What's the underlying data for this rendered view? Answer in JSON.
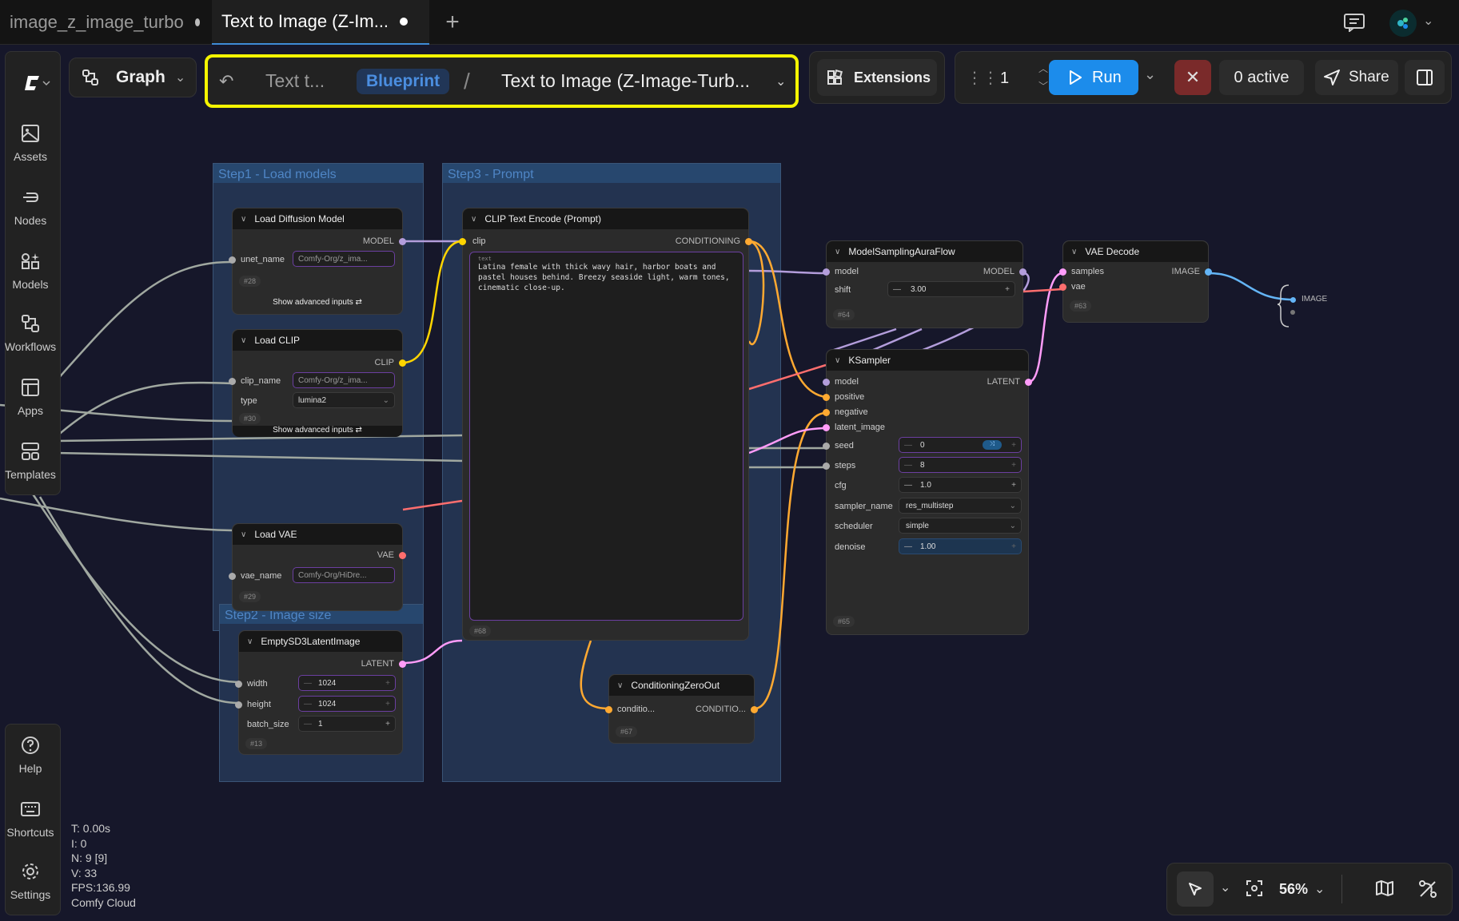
{
  "tabs": [
    {
      "label": "image_z_image_turbo"
    },
    {
      "label": "Text to Image (Z-Im..."
    }
  ],
  "toolbar": {
    "graph_label": "Graph",
    "breadcrumb_root": "Text t...",
    "blueprint": "Blueprint",
    "separator": "/",
    "breadcrumb_current": "Text to Image (Z-Image-Turb...",
    "extensions": "Extensions",
    "batch_count": "1",
    "run": "Run",
    "active": "0 active",
    "share": "Share"
  },
  "sidebar": {
    "items": [
      {
        "label": "Assets"
      },
      {
        "label": "Nodes"
      },
      {
        "label": "Models"
      },
      {
        "label": "Workflows"
      },
      {
        "label": "Apps"
      },
      {
        "label": "Templates"
      }
    ],
    "bottom": [
      {
        "label": "Help"
      },
      {
        "label": "Shortcuts"
      },
      {
        "label": "Settings"
      }
    ]
  },
  "groups": {
    "step1": "Step1 - Load models",
    "step2": "Step2 - Image size",
    "step3": "Step3 - Prompt"
  },
  "nodes": {
    "load_diffusion": {
      "title": "Load Diffusion Model",
      "out": "MODEL",
      "w_label": "unet_name",
      "w_value": "Comfy-Org/z_ima...",
      "id": "#28",
      "adv": "Show advanced inputs"
    },
    "load_clip": {
      "title": "Load CLIP",
      "out": "CLIP",
      "w1_label": "clip_name",
      "w1_value": "Comfy-Org/z_ima...",
      "w2_label": "type",
      "w2_value": "lumina2",
      "id": "#30",
      "adv": "Show advanced inputs"
    },
    "load_vae": {
      "title": "Load VAE",
      "out": "VAE",
      "w_label": "vae_name",
      "w_value": "Comfy-Org/HiDre...",
      "id": "#29"
    },
    "empty_latent": {
      "title": "EmptySD3LatentImage",
      "out": "LATENT",
      "width_label": "width",
      "width": "1024",
      "height_label": "height",
      "height": "1024",
      "batch_label": "batch_size",
      "batch": "1",
      "id": "#13"
    },
    "clip_encode": {
      "title": "CLIP Text Encode (Prompt)",
      "in": "clip",
      "out": "CONDITIONING",
      "text_label": "text",
      "text": "Latina female with thick wavy hair, harbor boats and pastel houses behind. Breezy seaside light, warm tones, cinematic close-up.",
      "id": "#68"
    },
    "cond_zero": {
      "title": "ConditioningZeroOut",
      "in": "conditio...",
      "out": "CONDITIO...",
      "id": "#67"
    },
    "model_sampling": {
      "title": "ModelSamplingAuraFlow",
      "in": "model",
      "out": "MODEL",
      "shift_label": "shift",
      "shift": "3.00",
      "id": "#64"
    },
    "ksampler": {
      "title": "KSampler",
      "out": "LATENT",
      "in_model": "model",
      "in_positive": "positive",
      "in_negative": "negative",
      "in_latent": "latent_image",
      "seed_label": "seed",
      "seed": "0",
      "steps_label": "steps",
      "steps": "8",
      "cfg_label": "cfg",
      "cfg": "1.0",
      "sampler_label": "sampler_name",
      "sampler": "res_multistep",
      "scheduler_label": "scheduler",
      "scheduler": "simple",
      "denoise_label": "denoise",
      "denoise": "1.00",
      "id": "#65"
    },
    "vae_decode": {
      "title": "VAE Decode",
      "in_samples": "samples",
      "in_vae": "vae",
      "out": "IMAGE",
      "id": "#63"
    },
    "output": {
      "label": "IMAGE"
    }
  },
  "stats": {
    "t": "T: 0.00s",
    "i": "I: 0",
    "n": "N: 9 [9]",
    "v": "V: 33",
    "fps": "FPS:136.99",
    "cloud": "Comfy Cloud"
  },
  "bottombar": {
    "zoom": "56%"
  },
  "colors": {
    "model": "#b39ddb",
    "clip": "#ffd500",
    "vae": "#ff6e6e",
    "conditioning": "#ffa931",
    "latent": "#ff9cf9",
    "image": "#64b5f6",
    "accent": "#1c8ceb",
    "highlight": "#f5f500"
  }
}
